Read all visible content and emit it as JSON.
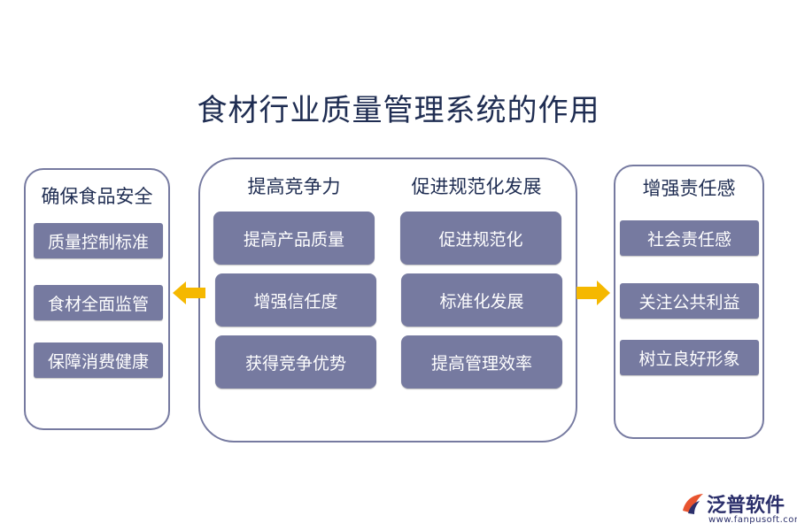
{
  "title": "食材行业质量管理系统的作用",
  "left_panel": {
    "title": "确保食品安全",
    "items": [
      "质量控制标准",
      "食材全面监管",
      "保障消费健康"
    ]
  },
  "middle_panel": {
    "left_column": {
      "title": "提高竞争力",
      "items": [
        "提高产品质量",
        "增强信任度",
        "获得竞争优势"
      ]
    },
    "right_column": {
      "title": "促进规范化发展",
      "items": [
        "促进规范化",
        "标准化发展",
        "提高管理效率"
      ]
    }
  },
  "right_panel": {
    "title": "增强责任感",
    "items": [
      "社会责任感",
      "关注公共利益",
      "树立良好形象"
    ]
  },
  "logo": {
    "name": "泛普软件",
    "url": "www.fanpusoft.com"
  },
  "colors": {
    "box_fill": "#767aa0",
    "border": "#767aa0",
    "title_text": "#1f2d52",
    "arrow": "#f5b800"
  },
  "icons": [
    "arrow-left-icon",
    "arrow-right-icon",
    "fanpu-logo-icon"
  ]
}
